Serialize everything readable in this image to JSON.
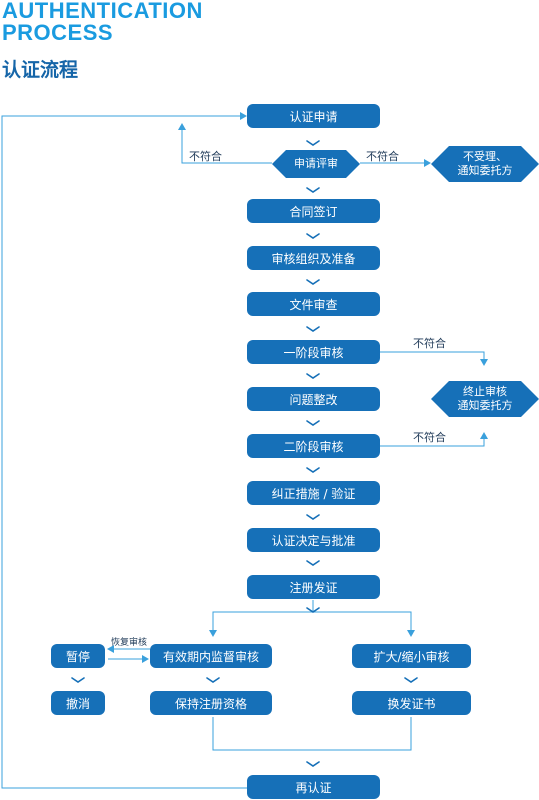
{
  "header": {
    "title_en_line1": "AUTHENTICATION",
    "title_en_line2": "PROCESS",
    "title_cn": "认证流程"
  },
  "nodes": {
    "apply": "认证申请",
    "review": "申请评审",
    "reject_notice_line1": "不受理、",
    "reject_notice_line2": "通知委托方",
    "contract": "合同签订",
    "prepare": "审核组织及准备",
    "doc_review": "文件审查",
    "stage1": "一阶段审核",
    "rectify": "问题整改",
    "terminate_line1": "终止审核",
    "terminate_line2": "通知委托方",
    "stage2": "二阶段审核",
    "corrective": "纠正措施 / 验证",
    "decision": "认证决定与批准",
    "certificate": "注册发证",
    "suspend": "暂停",
    "surveillance": "有效期内监督审核",
    "scope_change": "扩大/缩小审核",
    "revoke": "撤消",
    "maintain": "保持注册资格",
    "reissue": "换发证书",
    "recert": "再认证"
  },
  "labels": {
    "nonconform_left": "不符合",
    "nonconform_right": "不符合",
    "nonconform_stage1": "不符合",
    "nonconform_stage2": "不符合",
    "resume_audit": "恢复审核"
  },
  "colors": {
    "box": "#1670b8",
    "accent": "#1a9be0",
    "line": "#3aa0dc"
  }
}
